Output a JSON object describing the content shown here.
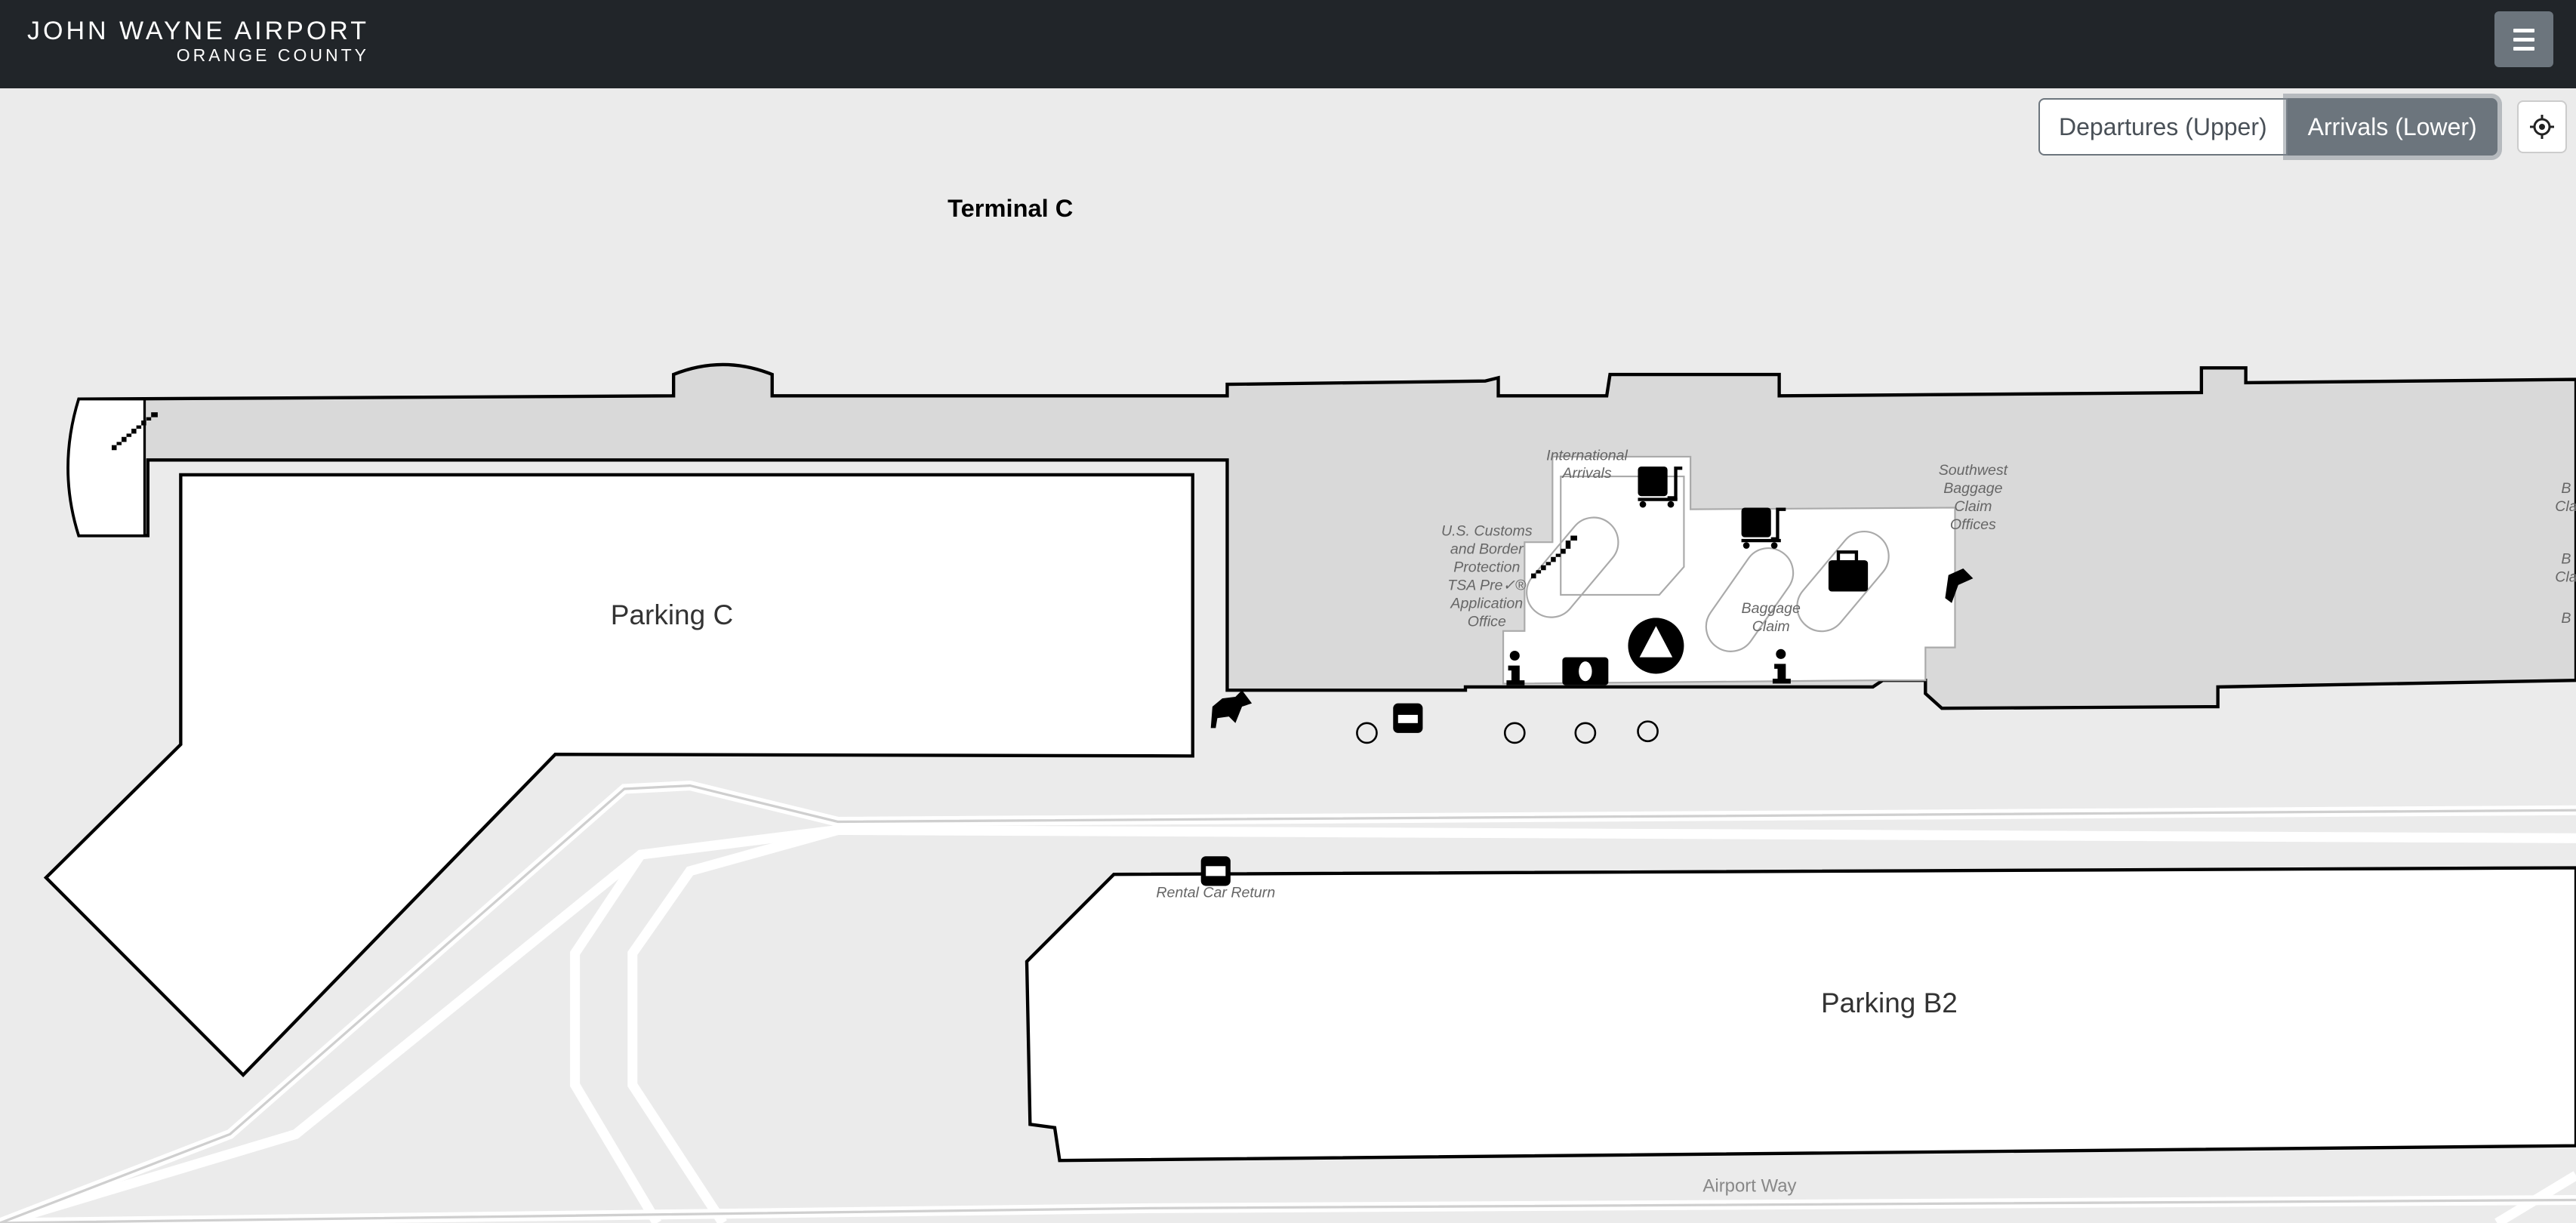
{
  "header": {
    "logo_line1": "JOHN WAYNE AIRPORT",
    "logo_line2": "ORANGE COUNTY",
    "menu_icon": "hamburger-icon"
  },
  "level_toggle": {
    "departures": "Departures (Upper)",
    "arrivals": "Arrivals (Lower)",
    "selected": "Arrivals (Lower)"
  },
  "locate_icon": "crosshair-icon",
  "map": {
    "terminal_label": "Terminal C",
    "parking_c": "Parking C",
    "parking_b2": "Parking B2",
    "international_arrivals": [
      "International",
      "Arrivals"
    ],
    "customs": [
      "U.S. Customs",
      "and Border",
      "Protection"
    ],
    "tsa_precheck": "TSA Pre✓®",
    "application_office": [
      "Application",
      "Office"
    ],
    "baggage_claim": [
      "Baggage",
      "Claim"
    ],
    "southwest_offices": [
      "Southwest",
      "Baggage",
      "Claim",
      "Offices"
    ],
    "edge_labels": [
      "B",
      "Cla",
      "B",
      "Cla",
      "B"
    ],
    "rental_car_return": "Rental Car Return",
    "airport_way": "Airport Way"
  }
}
